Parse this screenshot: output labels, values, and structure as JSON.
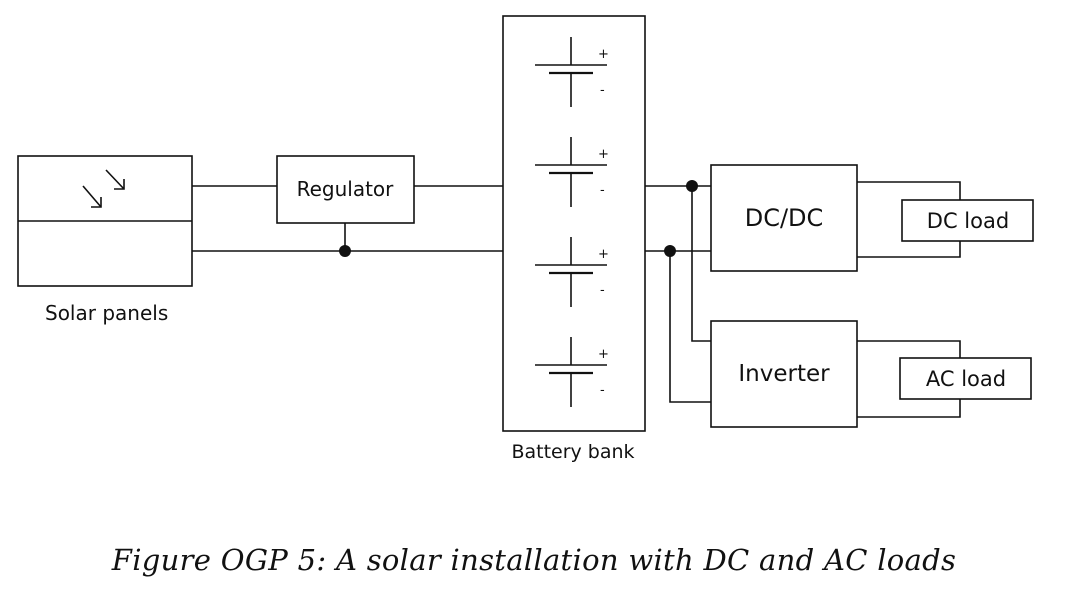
{
  "diagram": {
    "solar_panels_label": "Solar panels",
    "regulator_label": "Regulator",
    "battery_bank_label": "Battery bank",
    "battery_plus": "+",
    "battery_minus": "-",
    "dcdc_label": "DC/DC",
    "inverter_label": "Inverter",
    "dc_load_label": "DC load",
    "ac_load_label": "AC load",
    "battery_cell_count": 4
  },
  "caption": "Figure OGP 5: A solar installation with DC and AC loads"
}
